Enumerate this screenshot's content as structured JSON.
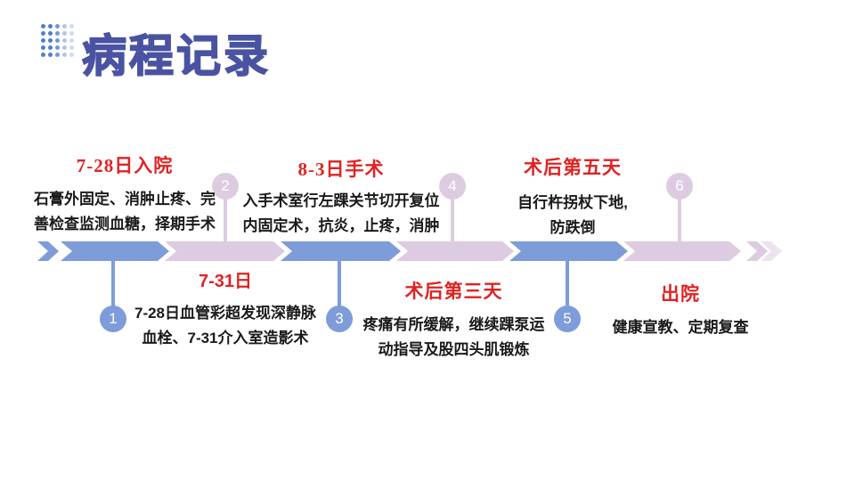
{
  "slide": {
    "title": "病程记录"
  },
  "colors": {
    "title": "#4a53a2",
    "red_header": "#e02222",
    "body_text": "#1a1a1a",
    "arrow_blue": "#7e9cd9",
    "arrow_pink": "#ddcce1",
    "dot_blue": "#4f7ed2"
  },
  "timeline": {
    "milestones": [
      {
        "num": "1",
        "text_side": "above",
        "color": "blue",
        "header": "7-28日入院",
        "body": "石膏外固定、消肿止疼、完\n善检查监测血糖，择期手术"
      },
      {
        "num": "2",
        "text_side": "below",
        "color": "pink",
        "header": "7-31日",
        "body": "7-28日血管彩超发现深静脉\n血栓、7-31介入室造影术"
      },
      {
        "num": "3",
        "text_side": "above",
        "color": "blue",
        "header": "8-3日手术",
        "body": "入手术室行左踝关节切开复位\n内固定术，抗炎，止疼，消肿"
      },
      {
        "num": "4",
        "text_side": "below",
        "color": "pink",
        "header": "术后第三天",
        "body": "疼痛有所缓解，继续踝泵运\n动指导及股四头肌锻炼"
      },
      {
        "num": "5",
        "text_side": "above",
        "color": "blue",
        "header": "术后第五天",
        "body": "自行杵拐杖下地,\n防跌倒"
      },
      {
        "num": "6",
        "text_side": "below",
        "color": "pink",
        "header": "出院",
        "body": "健康宣教、定期复查"
      }
    ]
  }
}
